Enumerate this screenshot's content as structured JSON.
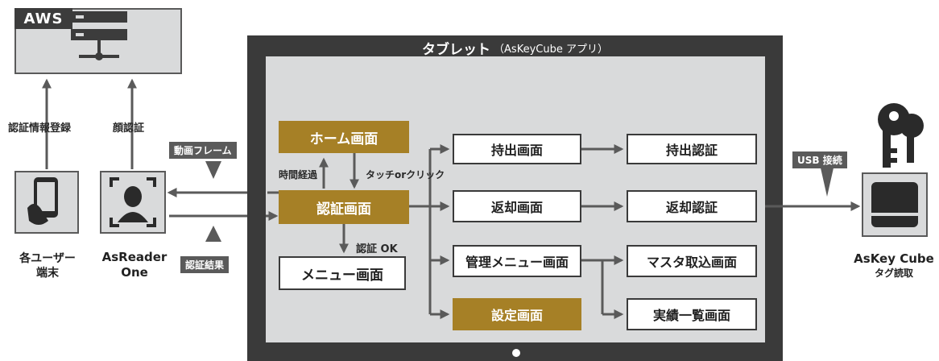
{
  "aws": {
    "label": "AWS"
  },
  "left_labels": {
    "register": "認証情報登録",
    "face": "顔認証",
    "video_frame": "動画フレーム",
    "auth_result": "認証結果"
  },
  "devices": {
    "user_terminal": [
      "各ユーザー",
      "端末"
    ],
    "asreader": [
      "AsReader",
      "One"
    ],
    "askey": [
      "AsKey Cube",
      "タグ読取"
    ]
  },
  "tablet": {
    "title": "タブレット",
    "subtitle": "（AsKeyCube アプリ）"
  },
  "screens": {
    "home": "ホーム画面",
    "auth": "認証画面",
    "menu": "メニュー画面",
    "checkout": "持出画面",
    "return": "返却画面",
    "admin_menu": "管理メニュー画面",
    "settings": "設定画面",
    "checkout_auth": "持出認証",
    "return_auth": "返却認証",
    "master_import": "マスタ取込画面",
    "results_list": "実績一覧画面"
  },
  "flow_labels": {
    "timeout": "時間経過",
    "touch": "タッチorクリック",
    "auth_ok": "認証 OK",
    "usb": "USB 接続"
  },
  "colors": {
    "gold": "#a68026",
    "dark": "#3a3a3a",
    "panel": "#d9dadb"
  }
}
